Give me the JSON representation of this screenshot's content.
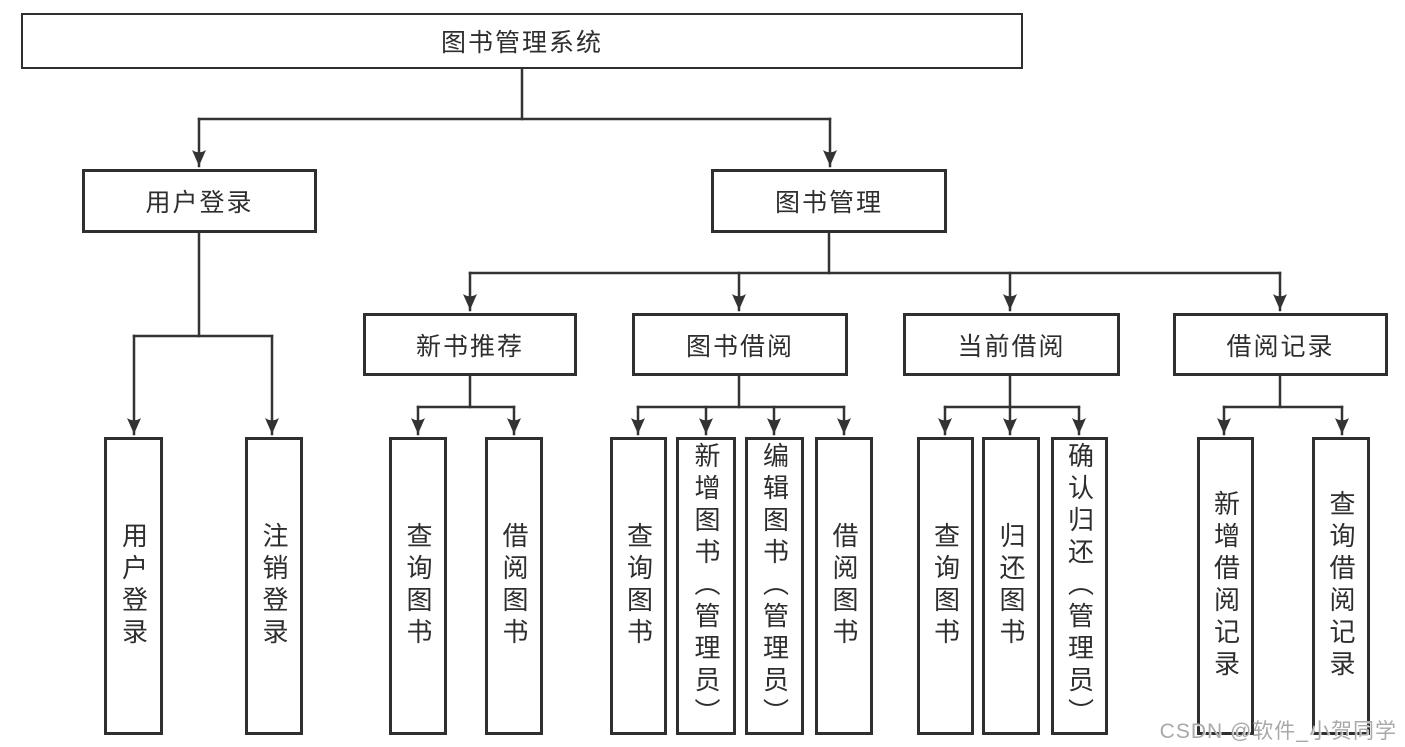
{
  "tree": {
    "label": "图书管理系统",
    "children": [
      {
        "label": "用户登录",
        "children": [
          {
            "label": "用户登录"
          },
          {
            "label": "注销登录"
          }
        ]
      },
      {
        "label": "图书管理",
        "children": [
          {
            "label": "新书推荐",
            "children": [
              {
                "label": "查询图书"
              },
              {
                "label": "借阅图书"
              }
            ]
          },
          {
            "label": "图书借阅",
            "children": [
              {
                "label": "查询图书"
              },
              {
                "label": "新增图书（管理员）"
              },
              {
                "label": "编辑图书（管理员）"
              },
              {
                "label": "借阅图书"
              }
            ]
          },
          {
            "label": "当前借阅",
            "children": [
              {
                "label": "查询图书"
              },
              {
                "label": "归还图书"
              },
              {
                "label": "确认归还（管理员）"
              }
            ]
          },
          {
            "label": "借阅记录",
            "children": [
              {
                "label": "新增借阅记录"
              },
              {
                "label": "查询借阅记录"
              }
            ]
          }
        ]
      }
    ]
  },
  "watermark": "CSDN @软件_小贺同学",
  "colors": {
    "line": "#333333",
    "box_border": "#2f2f2f",
    "box_fill": "#ffffff",
    "text": "#2e2e2e",
    "background": "#ffffff",
    "watermark": "#a9a9a9"
  }
}
